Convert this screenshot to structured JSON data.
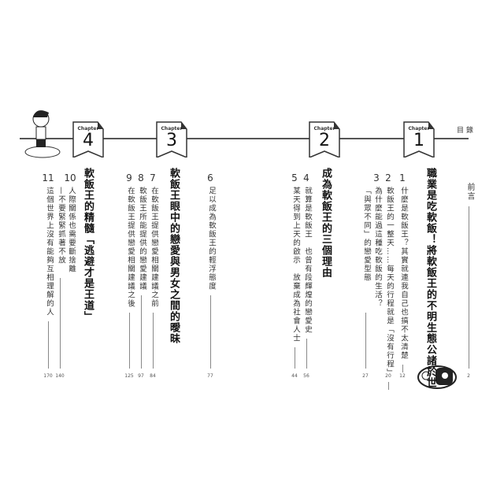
{
  "toc_title": "目錄",
  "chapter_label": "Chapter",
  "preface": {
    "label": "前言",
    "page": "2"
  },
  "chapters": [
    {
      "number": "1",
      "title": "職業是吃軟飯！將軟飯王的不明生態公諸於世",
      "items": [
        {
          "number": "1",
          "lines": [
            "什麼是軟飯王？其實就連我自己也搞不太清楚"
          ],
          "page": "12"
        },
        {
          "number": "2",
          "lines": [
            "軟飯王的一整天……每天的行程就是「沒有行程」"
          ],
          "page": "20"
        },
        {
          "number": "3",
          "lines": [
            "為什麼能過這種吃軟飯的生活？",
            "「與眾不同」的戀愛型態"
          ],
          "page": "27"
        }
      ]
    },
    {
      "number": "2",
      "title": "成為軟飯王的三個理由",
      "items": [
        {
          "number": "4",
          "lines": [
            "就算是軟飯王　也曾有段輝煌的戀愛史"
          ],
          "page": "56"
        },
        {
          "number": "5",
          "lines": [
            "某天得到上天的啟示　放棄成為社會人士"
          ],
          "page": "44"
        },
        {
          "number": "6",
          "lines": [
            "足以成為軟飯王的輕浮態度"
          ],
          "page": "77"
        }
      ]
    },
    {
      "number": "3",
      "title": "軟飯王眼中的戀愛與男女之間的曖昧",
      "items": [
        {
          "number": "7",
          "lines": [
            "在軟飯王提供戀愛相關建議之前"
          ],
          "page": "84"
        },
        {
          "number": "8",
          "lines": [
            "軟飯王所能提供的戀愛建議"
          ],
          "page": "97"
        },
        {
          "number": "9",
          "lines": [
            "在軟飯王提供戀愛相關建議之後"
          ],
          "page": "125"
        }
      ]
    },
    {
      "number": "4",
      "title": "軟飯王的精髓「逃避才是王道」",
      "items": [
        {
          "number": "10",
          "lines": [
            "人際關係也需要斷捨離",
            "—不要緊緊抓著不放"
          ],
          "page": "140"
        },
        {
          "number": "11",
          "lines": [
            "這個世界上沒有能夠互相理解的人"
          ],
          "page": "170"
        }
      ]
    }
  ]
}
